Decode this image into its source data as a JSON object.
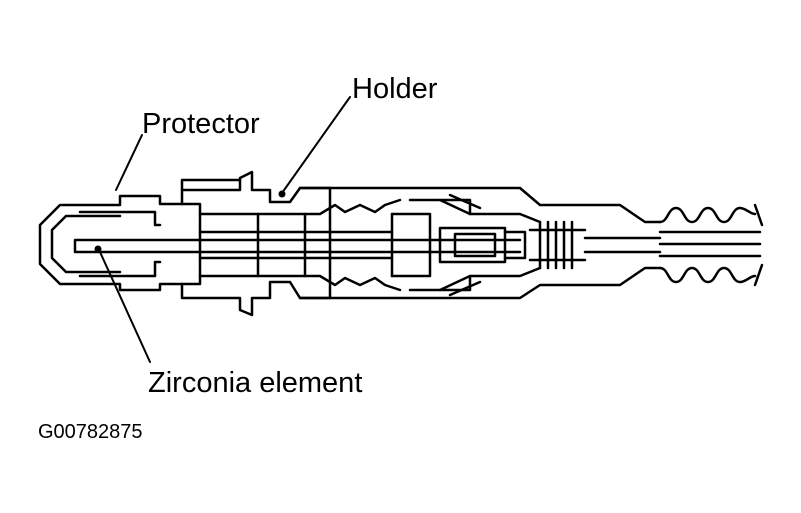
{
  "colors": {
    "ink": "#000000",
    "background": "#ffffff"
  },
  "labels": {
    "holder": "Holder",
    "protector": "Protector",
    "zirconia_element": "Zirconia element"
  },
  "figure_id": "G00782875"
}
